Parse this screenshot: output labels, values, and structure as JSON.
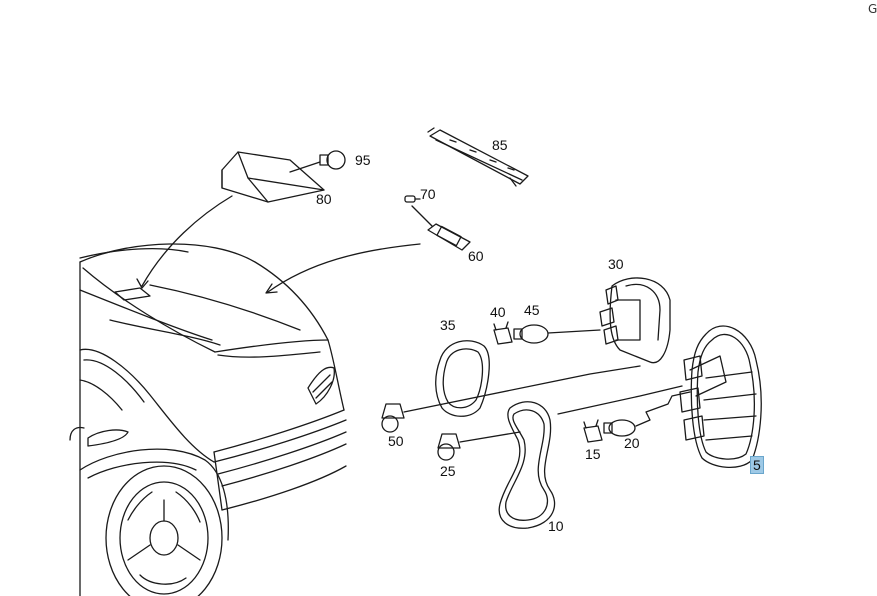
{
  "diagram": {
    "type": "exploded-parts-diagram",
    "subject": "tail-light-assembly",
    "corner_glyph": "G",
    "callouts": [
      {
        "id": "95",
        "label": "95"
      },
      {
        "id": "85",
        "label": "85"
      },
      {
        "id": "80",
        "label": "80"
      },
      {
        "id": "70",
        "label": "70"
      },
      {
        "id": "60",
        "label": "60"
      },
      {
        "id": "30",
        "label": "30"
      },
      {
        "id": "40",
        "label": "40"
      },
      {
        "id": "45",
        "label": "45"
      },
      {
        "id": "35",
        "label": "35"
      },
      {
        "id": "50",
        "label": "50"
      },
      {
        "id": "25",
        "label": "25"
      },
      {
        "id": "15",
        "label": "15"
      },
      {
        "id": "20",
        "label": "20"
      },
      {
        "id": "10",
        "label": "10"
      },
      {
        "id": "5",
        "label": "5"
      }
    ],
    "highlight_color": "#9ec9e6",
    "line_color": "#1a1a1a"
  }
}
